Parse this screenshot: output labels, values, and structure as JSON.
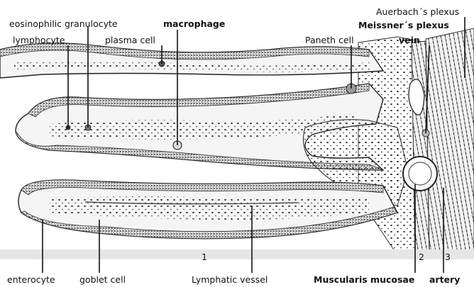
{
  "labels": {
    "eosinophilic_granulocyte": "eosinophilic granulocyte",
    "lymphocyte": "lymphocyte",
    "plasma_cell": "plasma cell",
    "macrophage": "macrophage",
    "paneth_cell": "Paneth cell",
    "auerbachs_plexus": "Auerbach´s plexus",
    "meissners_plexus": "Meissner´s plexus",
    "vein": "vein",
    "enterocyte": "enterocyte",
    "goblet_cell": "goblet cell",
    "lymphatic_vessel": "Lymphatic vessel",
    "muscularis_mucosae": "Muscularis mucosae",
    "artery": "artery"
  },
  "layer_numbers": {
    "one": "1",
    "two": "2",
    "three": "3"
  },
  "colors": {
    "ink": "#1a1a1a",
    "tissue": "#efefef",
    "background": "#ffffff"
  }
}
